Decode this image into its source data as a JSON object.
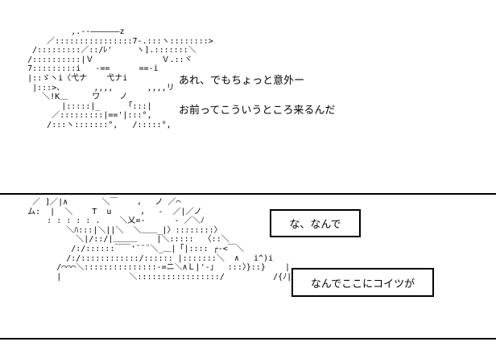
{
  "art": {
    "top_character": "              ,.--――――――z\n         ／::::::::::::::::7-.:::ヽ::::::::>\n      /:::::::::／::/ﾚ'     ヽ].:::::::＼\n     /::::::::::|Ｖ              Ｖ.::ヾ\n     7:::::::::i   -==      ==-i\n     |::ゞヽi〈弋ナ    弋ナi\n      |:::>、      ,,,,       ,,,,リ\n        ＼!K＿     ワ    ノ\n            |:::::|_     「:::|\n          ／:::::::::|=='|:::°,\n         /:::ヽ:::::::°,   /:::::°,",
    "bottom_characters": "      ／ ]／|∧       ＼￣    ，  ノ ／⌒\n     ム:  |  ＼    Τ  u      ，  ‐  ／|／ノ\n         : : : : : .    ＼乂=‐      ‐ ／＼ﾉ\n             ＼ﾊ:::|＼||＼  ＼＿＿_|〉::::::::〉\n               ＼|/::/|＿＿＿    |＼:::::  〈::＼\n              /:/::::::￣￣'¨¨¨＼_＿|「|:::: ┌‐<￣＼\n             /:/::::::::::::/:::::: |:::::::＼  ∧   i^)i\n           /⌒⌒⌒＼:::::::::::::::-=ニ＼∧Ｌ|'-」  :::〉}::}    |\n           |              ＼:::::::::::::::::/          /{ﾉ|ﾉ      |、"
  },
  "dialogue": {
    "line_1": "あれ、でもちょっと意外ー",
    "line_2": "お前ってこういうところ来るんだ"
  },
  "bubbles": {
    "bubble_1": "な、なんで",
    "bubble_2": "なんでここにコイツが"
  }
}
